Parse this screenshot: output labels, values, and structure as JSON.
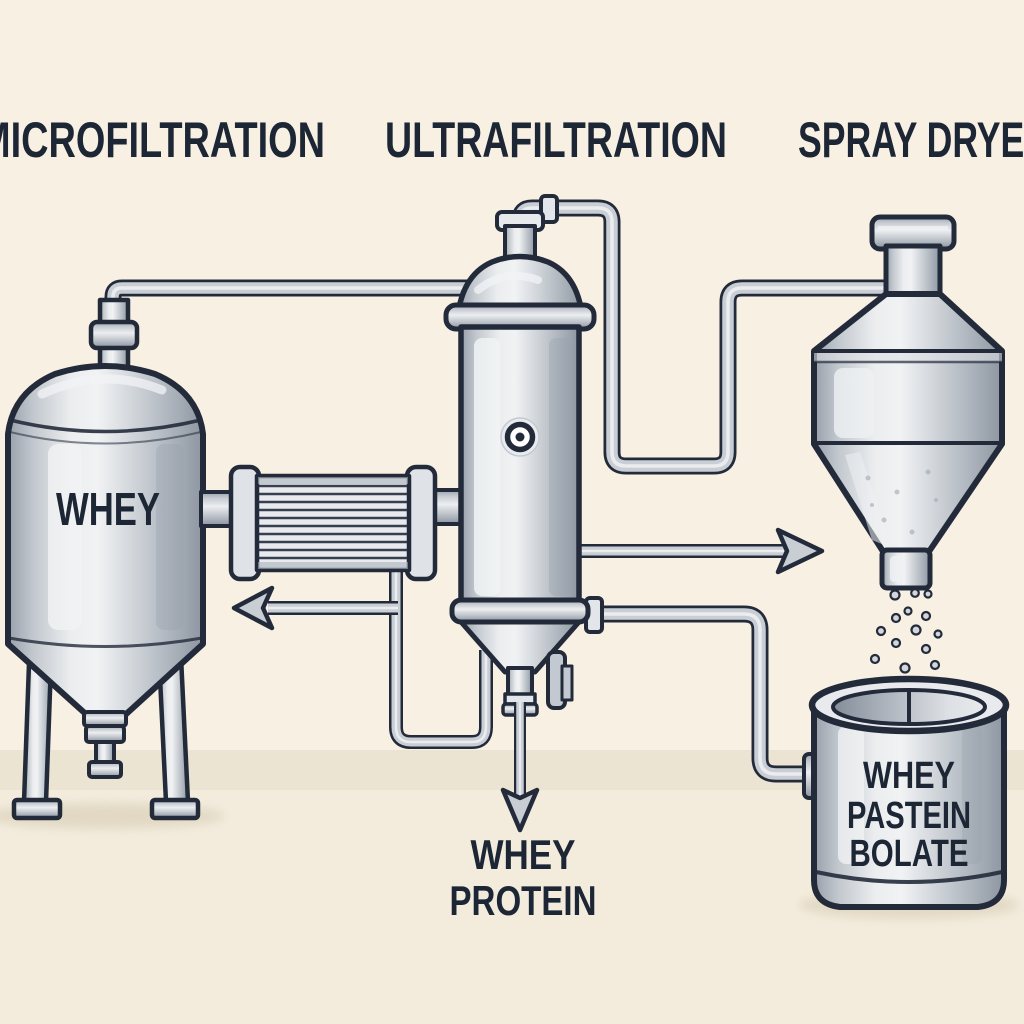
{
  "palette": {
    "background": "#F8F1E3",
    "floor_band": "#ECE4D2",
    "floor_lower": "#F3ECDD",
    "shadow": "#DED4BE",
    "outline": "#232B3B",
    "metal_light": "#ECEEF0",
    "metal_base": "#C8CDD3",
    "metal_dark": "#8E97A2",
    "text": "#1C2635"
  },
  "stage_labels": {
    "microfiltration": "MICROFILTRATION",
    "ultrafiltration": "ULTRAFILTRATION",
    "spray_dryer": "SPRAY DRYER"
  },
  "equipment_labels": {
    "feed_tank": "WHEY",
    "collection_bin_line1": "WHEY",
    "collection_bin_line2": "PASTEIN",
    "collection_bin_line3": "BOLATE"
  },
  "output_label": {
    "line1": "WHEY",
    "line2": "PROTEIN"
  }
}
